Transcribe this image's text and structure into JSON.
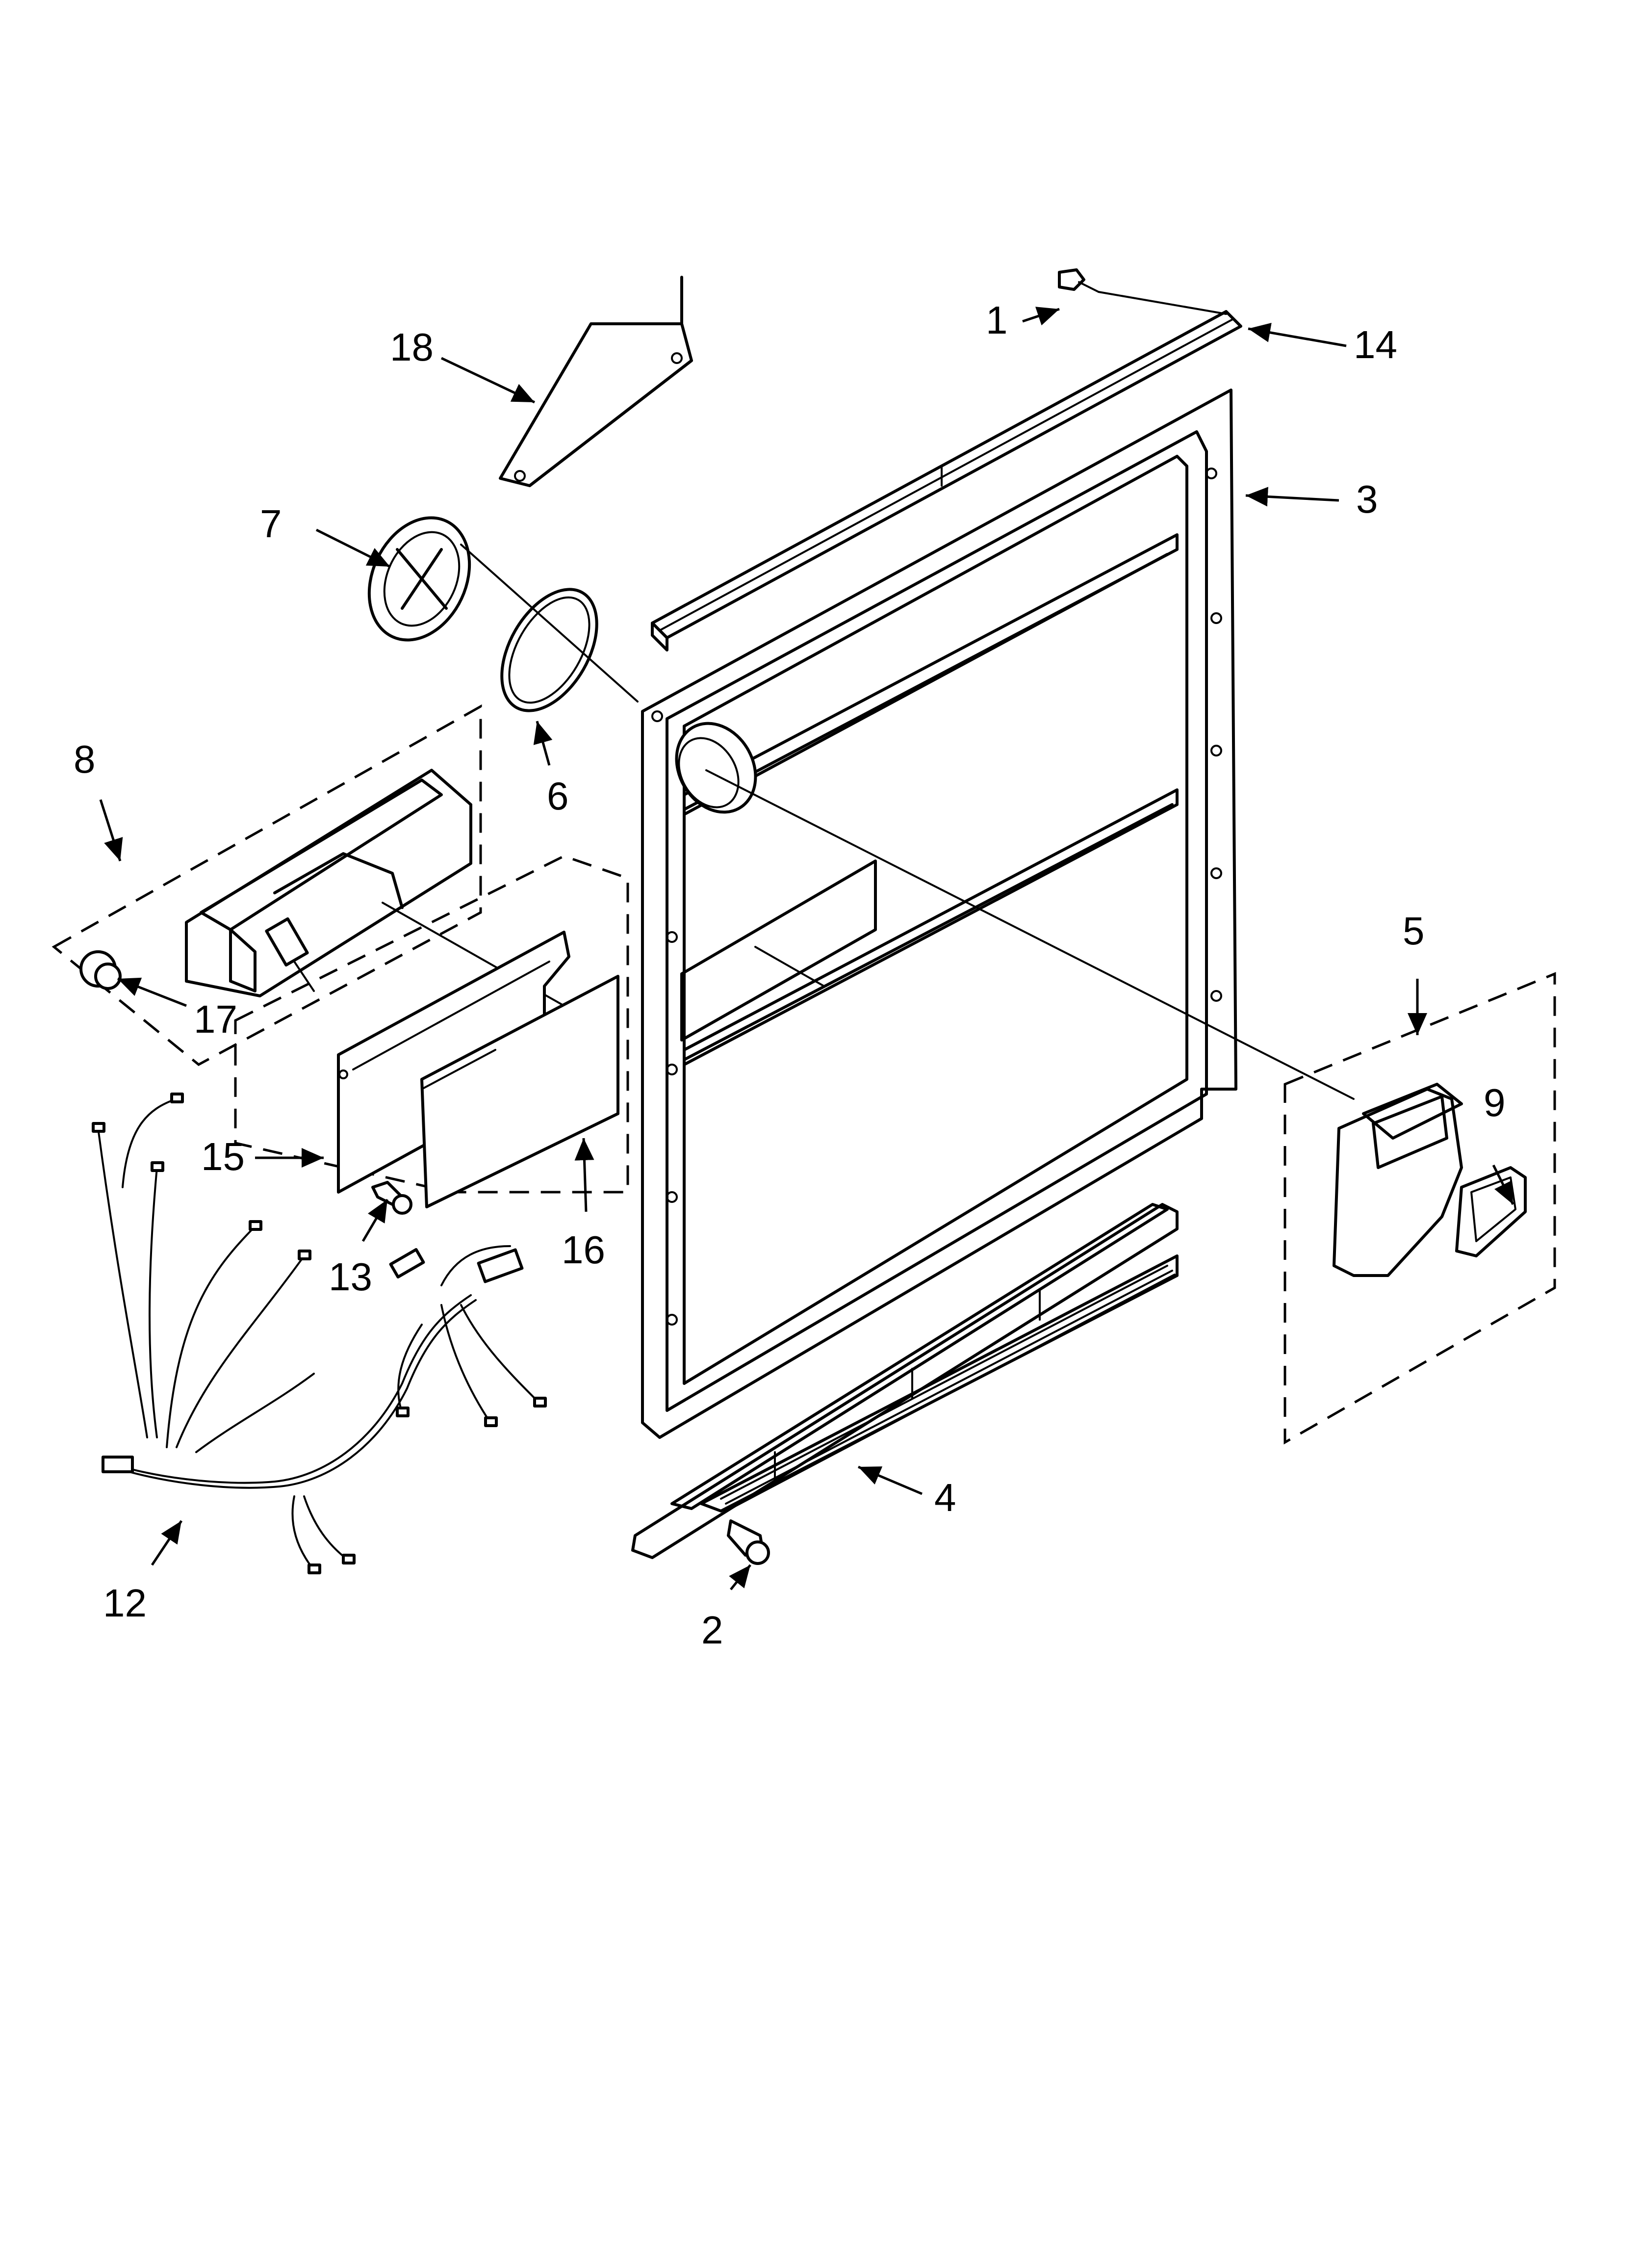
{
  "labels": {
    "l1": "1",
    "l2": "2",
    "l3": "3",
    "l4": "4",
    "l5": "5",
    "l6": "6",
    "l7": "7",
    "l8": "8",
    "l9": "9",
    "l12": "12",
    "l13": "13",
    "l14": "14",
    "l15": "15",
    "l16": "16",
    "l17": "17",
    "l18": "18"
  }
}
